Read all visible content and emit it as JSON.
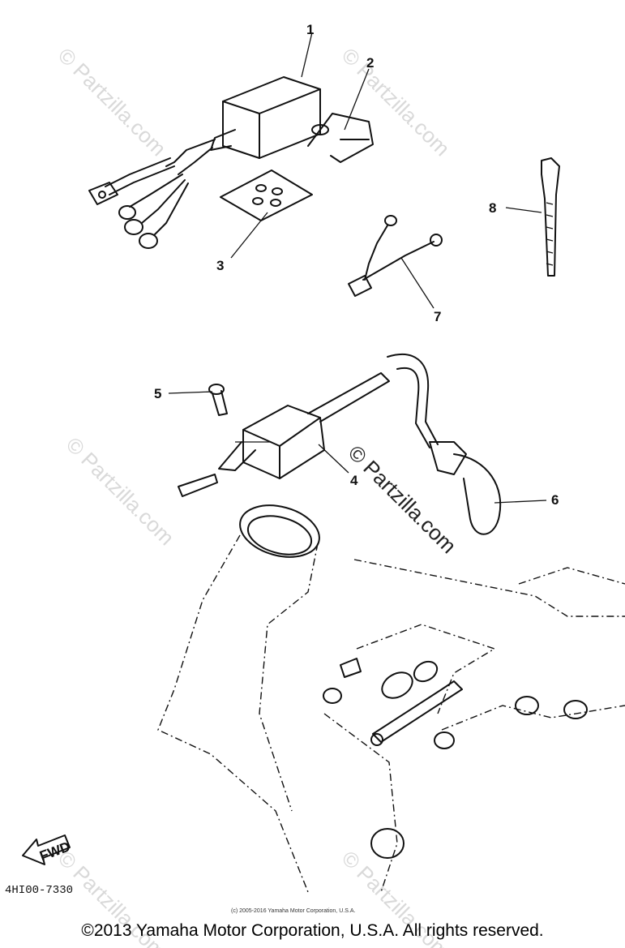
{
  "callouts": {
    "c1": "1",
    "c2": "2",
    "c3": "3",
    "c4": "4",
    "c5": "5",
    "c6": "6",
    "c7": "7",
    "c8": "8"
  },
  "fwd_label": "FWD",
  "diagram_code": "4HI00-7330",
  "small_copyright": "(c) 2005-2016 Yamaha Motor Corporation, U.S.A.",
  "watermark": "© Partzilla.com",
  "copyright": "©2013 Yamaha Motor Corporation, U.S.A. All rights reserved."
}
